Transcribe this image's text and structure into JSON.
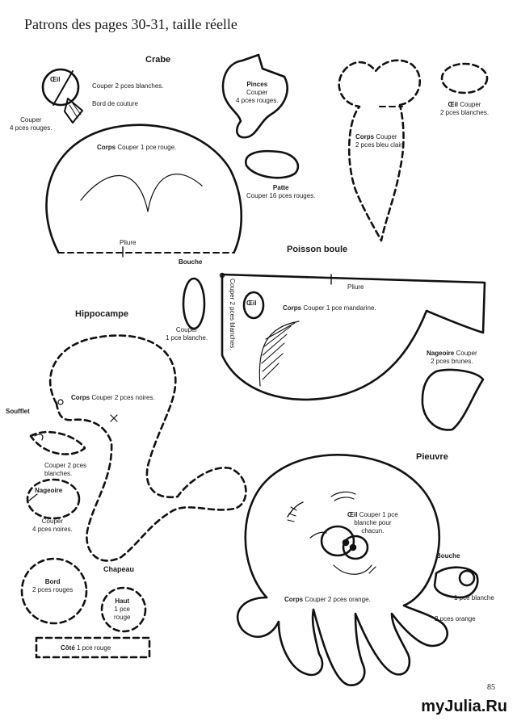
{
  "title": "Patrons des pages 30-31, taille réelle",
  "page_number": "85",
  "watermark": "myJulia.Ru",
  "crabe": {
    "section": "Crabe",
    "oeil_name": "Œil",
    "oeil_note": "Couper 2 pces blanches.",
    "couper_rouges": "Couper\n4 pces rouges.",
    "bord_couture": "Bord de couture",
    "pinces_name": "Pinces",
    "pinces_note": "Couper\n4 pces rouges.",
    "corps_name": "Corps",
    "corps_note": "Couper 1 pce rouge.",
    "patte_name": "Patte",
    "patte_note": "Couper 16 pces rouges.",
    "pliure": "Pliure"
  },
  "hippo_top": {
    "oeil_name": "Œil",
    "oeil_note": "Couper\n2 pces blanches.",
    "corps_name": "Corps",
    "corps_note": "Couper\n2 pces bleu clair."
  },
  "poisson": {
    "section": "Poisson boule",
    "bouche_name": "Bouche",
    "bouche_note": "Couper\n1 pce blanche.",
    "side_note": "Couper 2 pces blanches.",
    "pliure": "Pliure",
    "oeil_name": "Œil",
    "corps_name": "Corps",
    "corps_note": "Couper 1 pce mandarine.",
    "nageoire_name": "Nageoire",
    "nageoire_note": "Couper\n2 pces brunes."
  },
  "hippocampe": {
    "section": "Hippocampe",
    "corps_name": "Corps",
    "corps_note": "Couper 2 pces noires.",
    "soufflet": "Soufflet",
    "small_note": "Couper 2 pces\nblanches.",
    "nageoire_name": "Nageoire",
    "nageoire_note": "Couper\n4 pces noires."
  },
  "chapeau": {
    "section": "Chapeau",
    "bord_name": "Bord",
    "bord_note": "2 pces rouges",
    "haut_name": "Haut",
    "haut_note": "1 pce\nrouge",
    "cote_name": "Côté",
    "cote_note": "1 pce rouge"
  },
  "pieuvre": {
    "section": "Pieuvre",
    "oeil_name": "Œil",
    "oeil_note": "Couper 1 pce\nblanche pour\nchacun.",
    "bouche_name": "Bouche",
    "bouche_note1": "1 pce blanche",
    "bouche_note2": "2 pces orange",
    "corps_name": "Corps",
    "corps_note": "Couper 2 pces orange."
  }
}
